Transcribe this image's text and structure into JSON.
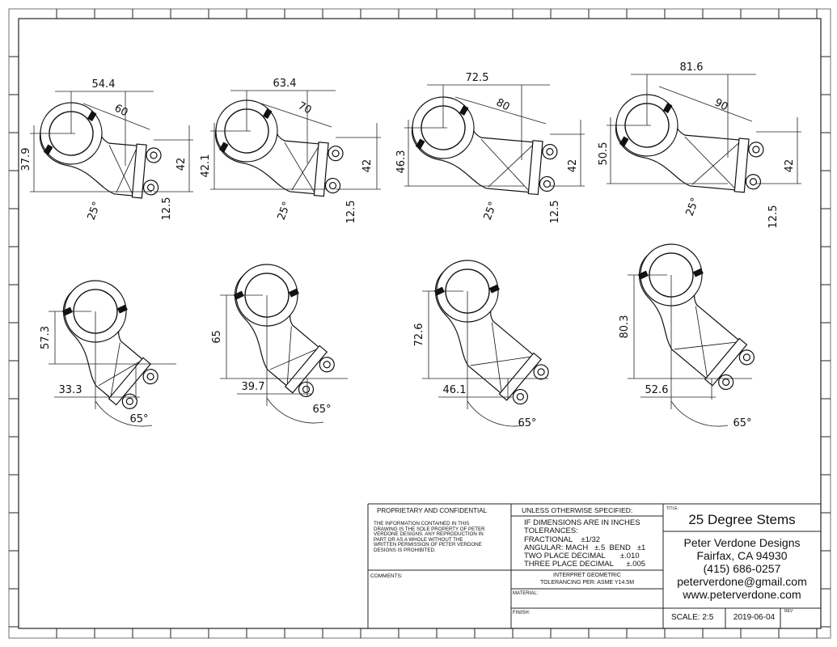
{
  "drawing": {
    "top_views": [
      {
        "reach_h": "54.4",
        "length": "60",
        "stack": "37.9",
        "face": "42",
        "offset": "12.5",
        "angle": "25°"
      },
      {
        "reach_h": "63.4",
        "length": "70",
        "stack": "42.1",
        "face": "42",
        "offset": "12.5",
        "angle": "25°"
      },
      {
        "reach_h": "72.5",
        "length": "80",
        "stack": "46.3",
        "face": "42",
        "offset": "12.5",
        "angle": "25°"
      },
      {
        "reach_h": "81.6",
        "length": "90",
        "stack": "50.5",
        "face": "42",
        "offset": "12.5",
        "angle": "25°"
      }
    ],
    "bottom_views": [
      {
        "height": "57.3",
        "reach": "33.3",
        "angle": "65°"
      },
      {
        "height": "65",
        "reach": "39.7",
        "angle": "65°"
      },
      {
        "height": "72.6",
        "reach": "46.1",
        "angle": "65°"
      },
      {
        "height": "80.3",
        "reach": "52.6",
        "angle": "65°"
      }
    ]
  },
  "title_block": {
    "proprietary_heading": "PROPRIETARY AND CONFIDENTIAL",
    "proprietary_text": "THE INFORMATION CONTAINED IN THIS DRAWING IS THE SOLE PROPERTY OF PETER VERDONE DESIGNS. ANY REPRODUCTION IN PART OR AS A WHOLE WITHOUT THE WRITTEN PERMISSION OF PETER VERDONE DESIGNS IS PROHIBITED.",
    "comments_label": "COMMENTS:",
    "unless_specified": "UNLESS OTHERWISE SPECIFIED:",
    "tolerance_lines": [
      "IF DIMENSIONS ARE IN INCHES",
      "TOLERANCES:",
      "FRACTIONAL    ±1/32",
      "ANGULAR: MACH   ±.5  BEND   ±1",
      "TWO PLACE DECIMAL       ±.010",
      "THREE PLACE DECIMAL      ±.005"
    ],
    "interpret_1": "INTERPRET GEOMETRIC",
    "interpret_2": "TOLERANCING PER: ASME Y14.5M",
    "material_label": "MATERIAL:",
    "finish_label": "FINISH:",
    "title_label": "TITLE:",
    "title": "25 Degree Stems",
    "company": "Peter Verdone Designs",
    "city": "Fairfax, CA 94930",
    "phone": "(415) 686-0257",
    "email": "peterverdone@gmail.com",
    "website": "www.peterverdone.com",
    "scale": "SCALE: 2:5",
    "date": "2019-06-04",
    "rev_label": "REV"
  }
}
